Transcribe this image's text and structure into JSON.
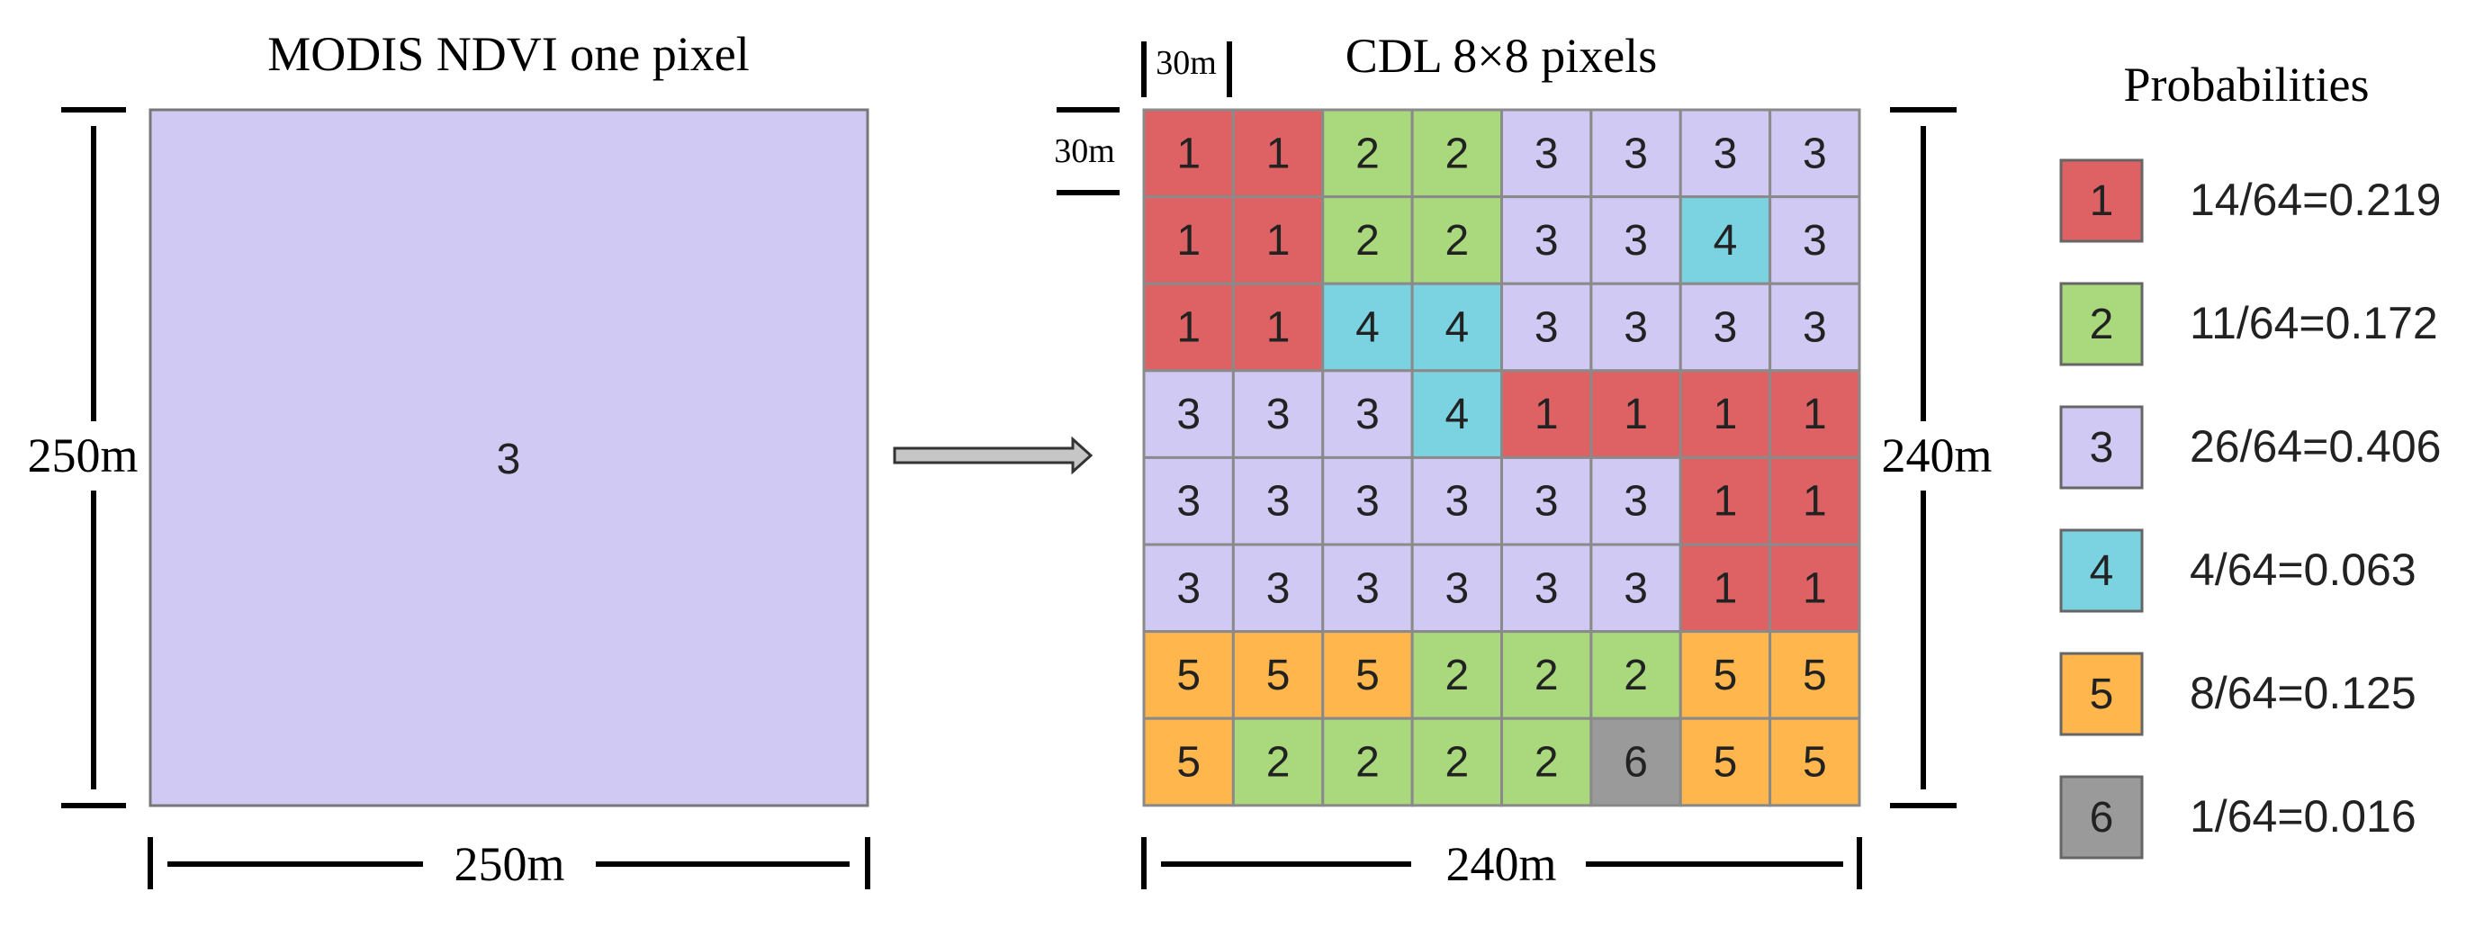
{
  "modis": {
    "title": "MODIS NDVI one pixel",
    "value": "3",
    "height_label": "250m",
    "width_label": "250m"
  },
  "cdl": {
    "title": "CDL 8×8 pixels",
    "cell_width_label": "30m",
    "cell_height_label": "30m",
    "height_label": "240m",
    "width_label": "240m",
    "grid": [
      [
        1,
        1,
        2,
        2,
        3,
        3,
        3,
        3
      ],
      [
        1,
        1,
        2,
        2,
        3,
        3,
        4,
        3
      ],
      [
        1,
        1,
        4,
        4,
        3,
        3,
        3,
        3
      ],
      [
        3,
        3,
        3,
        4,
        1,
        1,
        1,
        1
      ],
      [
        3,
        3,
        3,
        3,
        3,
        3,
        1,
        1
      ],
      [
        3,
        3,
        3,
        3,
        3,
        3,
        1,
        1
      ],
      [
        5,
        5,
        5,
        2,
        2,
        2,
        5,
        5
      ],
      [
        5,
        2,
        2,
        2,
        2,
        6,
        5,
        5
      ]
    ]
  },
  "legend": {
    "title": "Probabilities",
    "items": [
      {
        "class": "1",
        "text": "14/64=0.219"
      },
      {
        "class": "2",
        "text": "11/64=0.172"
      },
      {
        "class": "3",
        "text": "26/64=0.406"
      },
      {
        "class": "4",
        "text": "4/64=0.063"
      },
      {
        "class": "5",
        "text": "8/64=0.125"
      },
      {
        "class": "6",
        "text": "1/64=0.016"
      }
    ]
  },
  "colors": {
    "1": "#de6264",
    "2": "#a9d97c",
    "3": "#d0c9f3",
    "4": "#7bd3e2",
    "5": "#ffb64c",
    "6": "#9a9a9a"
  }
}
